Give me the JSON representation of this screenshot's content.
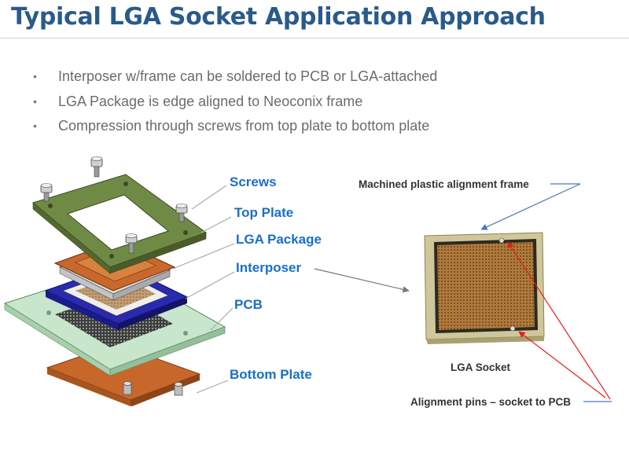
{
  "slide": {
    "title": "Typical LGA Socket Application Approach",
    "bullets": [
      "Interposer w/frame can be soldered to PCB or LGA-attached",
      "LGA Package is edge aligned to Neoconix frame",
      "Compression through screws from top plate to bottom plate"
    ]
  },
  "diagram": {
    "exploded_labels": {
      "screws": "Screws",
      "top_plate": "Top Plate",
      "lga_package": "LGA Package",
      "interposer": "Interposer",
      "pcb": "PCB",
      "bottom_plate": "Bottom Plate"
    },
    "socket_labels": {
      "frame": "Machined plastic alignment frame",
      "caption": "LGA Socket",
      "pins": "Alignment pins – socket to PCB"
    },
    "colors": {
      "label_blue": "#1a6fc4",
      "top_plate": "#6f8a45",
      "bottom_plate": "#c8672a",
      "pcb": "#c8e6cc",
      "interposer": "#2a2ab0",
      "package": "#c8682c",
      "arrow_blue": "#4a78b8",
      "arrow_red": "#e02020"
    }
  }
}
